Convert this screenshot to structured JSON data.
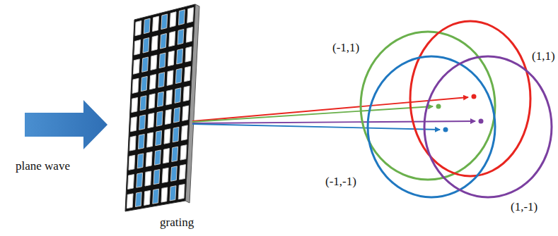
{
  "diagram": {
    "labels": [
      "plane wave",
      "grating",
      "(-1,1)",
      "(1,1)",
      "(-1,-1)",
      "(1,-1)"
    ]
  }
}
